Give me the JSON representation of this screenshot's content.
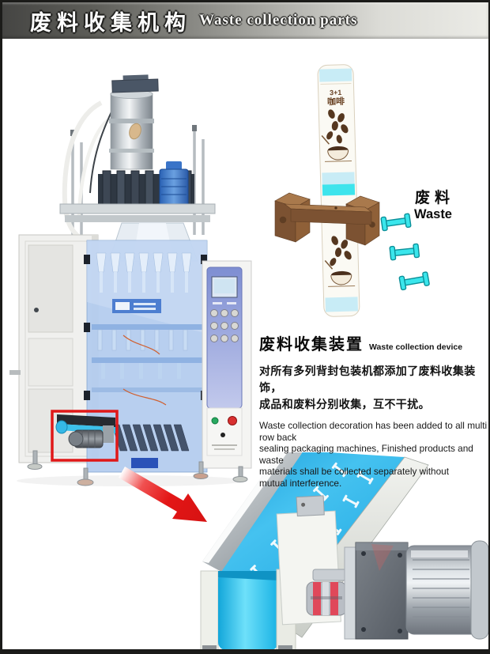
{
  "header": {
    "title_cn": "废料收集机构",
    "title_en": "Waste collection parts"
  },
  "waste_illustration": {
    "package_line1": "3+1",
    "package_line2": "咖啡",
    "label_cn": "废料",
    "label_en": "Waste",
    "waste_strip_color": "#3ae6ec",
    "bracket_color": "#8a5d38"
  },
  "device_section": {
    "title_cn": "废料收集装置",
    "title_en": "Waste collection device",
    "body_cn_lines": [
      "对所有多列背封包装机都添加了废料收集装饰，",
      "成品和废料分别收集，互不干扰。"
    ],
    "body_en_lines": [
      "Waste collection decoration has been added to all multi row back",
      "sealing packaging machines, Finished products and waste",
      "materials shall be collected separately without",
      "mutual interference."
    ]
  },
  "machine": {
    "description": "multi-lane back-seal stick packaging machine",
    "highlight_color": "#e01818",
    "film_panel_color": "#b5cdef",
    "control_panel_color": "#7e8ed2"
  },
  "conveyor": {
    "description": "waste collection belt conveyor with gear motor",
    "belt_color": "#2fb4e8"
  }
}
